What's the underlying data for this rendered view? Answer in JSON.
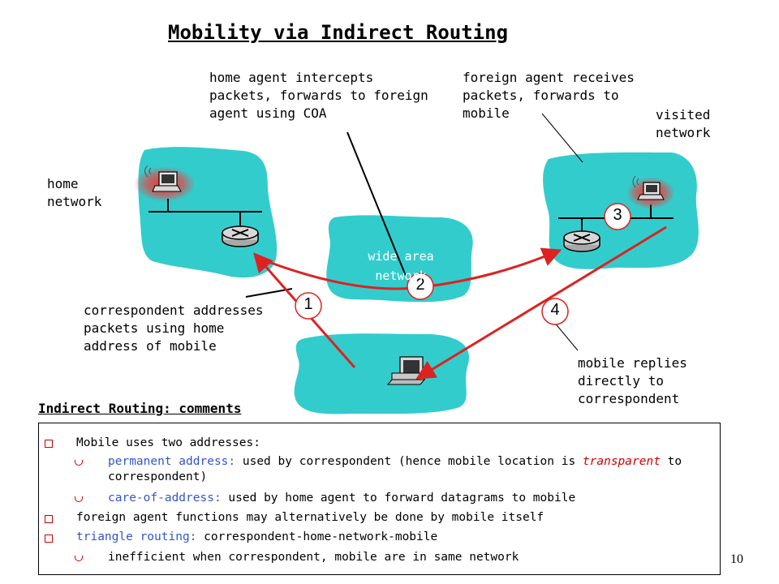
{
  "title": "Mobility via Indirect Routing",
  "labels": {
    "home_agent": "home agent intercepts\npackets, forwards to foreign\nagent using COA",
    "foreign_agent": "foreign agent receives\npackets, forwards to\nmobile",
    "visited_network": "visited\nnetwork",
    "home_network": "home\nnetwork",
    "wide_area_network": "wide area\nnetwork",
    "correspondent": "correspondent addresses\npackets using home\naddress of mobile",
    "mobile_replies": "mobile replies\ndirectly to\ncorrespondent"
  },
  "steps": [
    "1",
    "2",
    "3",
    "4"
  ],
  "comments": {
    "heading": "Indirect Routing: comments",
    "b1": "Mobile uses two addresses:",
    "b1a_key": "permanent address:",
    "b1a_text1": " used by correspondent (hence mobile location is ",
    "b1a_em": "transparent",
    "b1a_text2": " to correspondent)",
    "b1b_key": "care-of-address:",
    "b1b_text": " used by home agent to forward datagrams to mobile",
    "b2": "foreign agent functions may alternatively be done by mobile itself",
    "b3_key": "triangle routing:",
    "b3_text": " correspondent-home-network-mobile",
    "b3a": "inefficient when correspondent, mobile are in same network"
  },
  "page_number": "10",
  "colors": {
    "cloud": "#33cccc",
    "arrow": "#dd2222",
    "bullet": "#cc0000",
    "highlight_blue": "#3355cc"
  },
  "icons": [
    "laptop-icon",
    "router-icon",
    "desktop-computer-icon",
    "arrow-icon"
  ]
}
